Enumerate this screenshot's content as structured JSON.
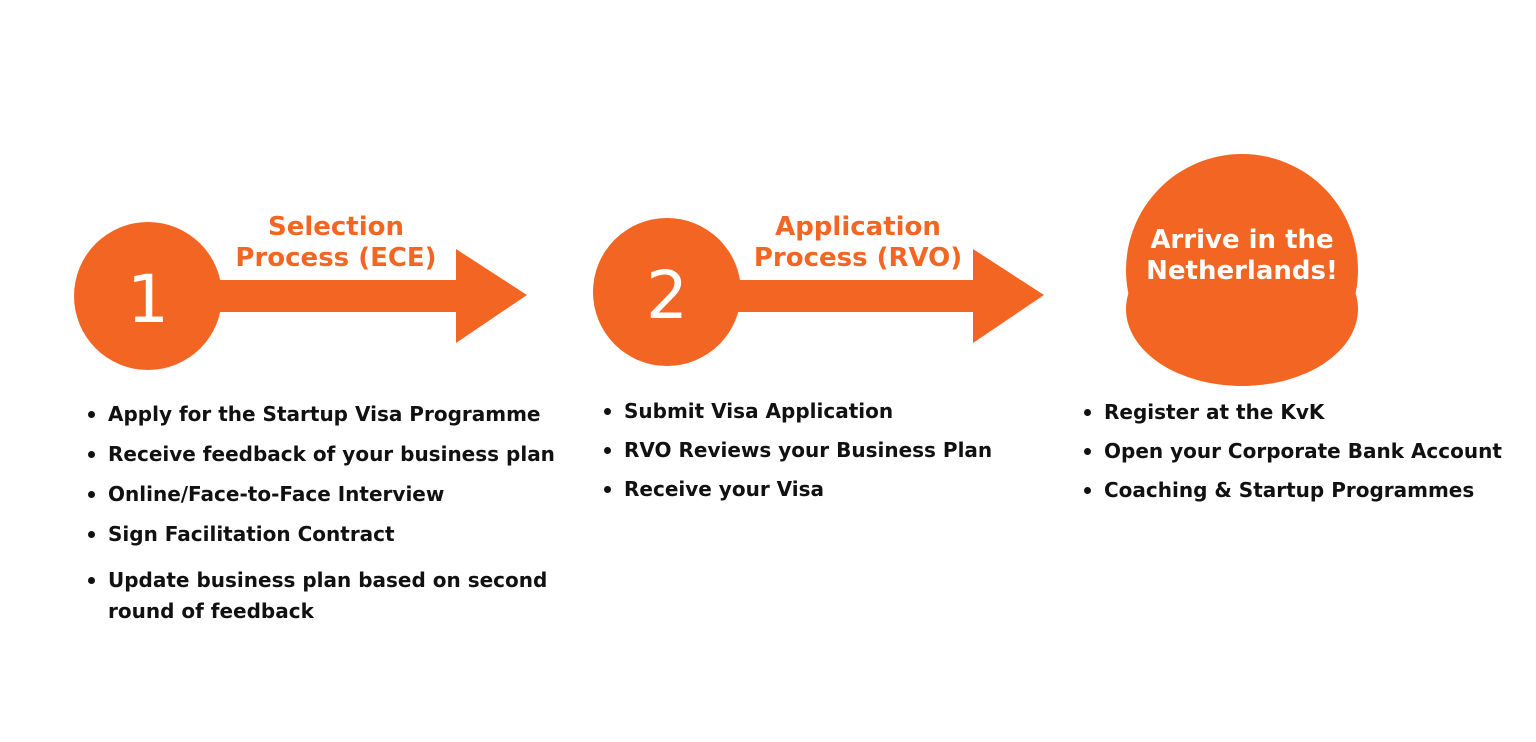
{
  "colors": {
    "accent": "#f26522",
    "text": "#111111",
    "background": "#ffffff"
  },
  "steps": [
    {
      "number": "1",
      "title_lines": [
        "Selection",
        "Process (ECE)"
      ],
      "items": [
        "Apply for the Startup Visa Programme",
        "Receive feedback of your business plan",
        "Online/Face-to-Face Interview",
        "Sign Facilitation Contract",
        "Update business plan based on second round of feedback"
      ]
    },
    {
      "number": "2",
      "title_lines": [
        "Application",
        "Process (RVO)"
      ],
      "items": [
        "Submit Visa Application",
        "RVO Reviews your Business Plan",
        "Receive your Visa"
      ]
    }
  ],
  "final_step": {
    "title_lines": [
      "Arrive in the",
      "Netherlands!"
    ],
    "items": [
      "Register at the KvK",
      "Open your Corporate Bank Account",
      "Coaching & Startup Programmes"
    ]
  }
}
